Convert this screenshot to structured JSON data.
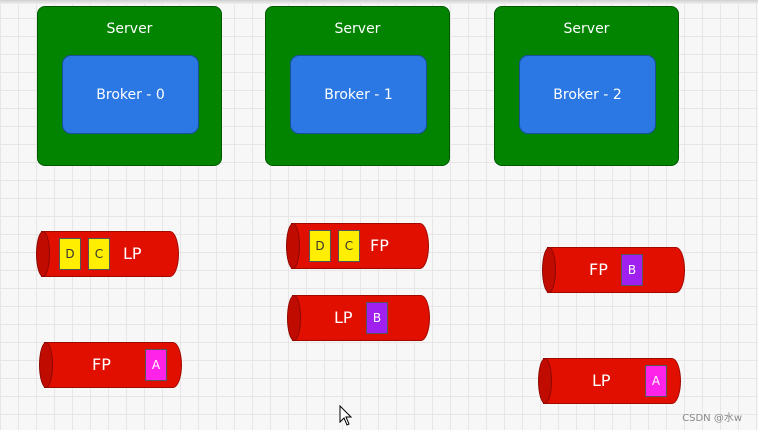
{
  "servers": [
    {
      "title": "Server",
      "broker": "Broker - 0"
    },
    {
      "title": "Server",
      "broker": "Broker - 1"
    },
    {
      "title": "Server",
      "broker": "Broker - 2"
    }
  ],
  "partitions": [
    {
      "label": "LP",
      "messages": [
        "D",
        "C"
      ]
    },
    {
      "label": "FP",
      "messages": [
        "A"
      ]
    },
    {
      "label": "FP",
      "messages": [
        "D",
        "C"
      ]
    },
    {
      "label": "LP",
      "messages": [
        "B"
      ]
    },
    {
      "label": "FP",
      "messages": [
        "B"
      ]
    },
    {
      "label": "LP",
      "messages": [
        "A"
      ]
    }
  ],
  "colors": {
    "server": "#028401",
    "broker": "#2b78e4",
    "partition": "#e00f00",
    "message_dc": "#ffee00",
    "message_a": "#ff22e8",
    "message_b": "#a020f0"
  },
  "watermark": "CSDN @水w"
}
